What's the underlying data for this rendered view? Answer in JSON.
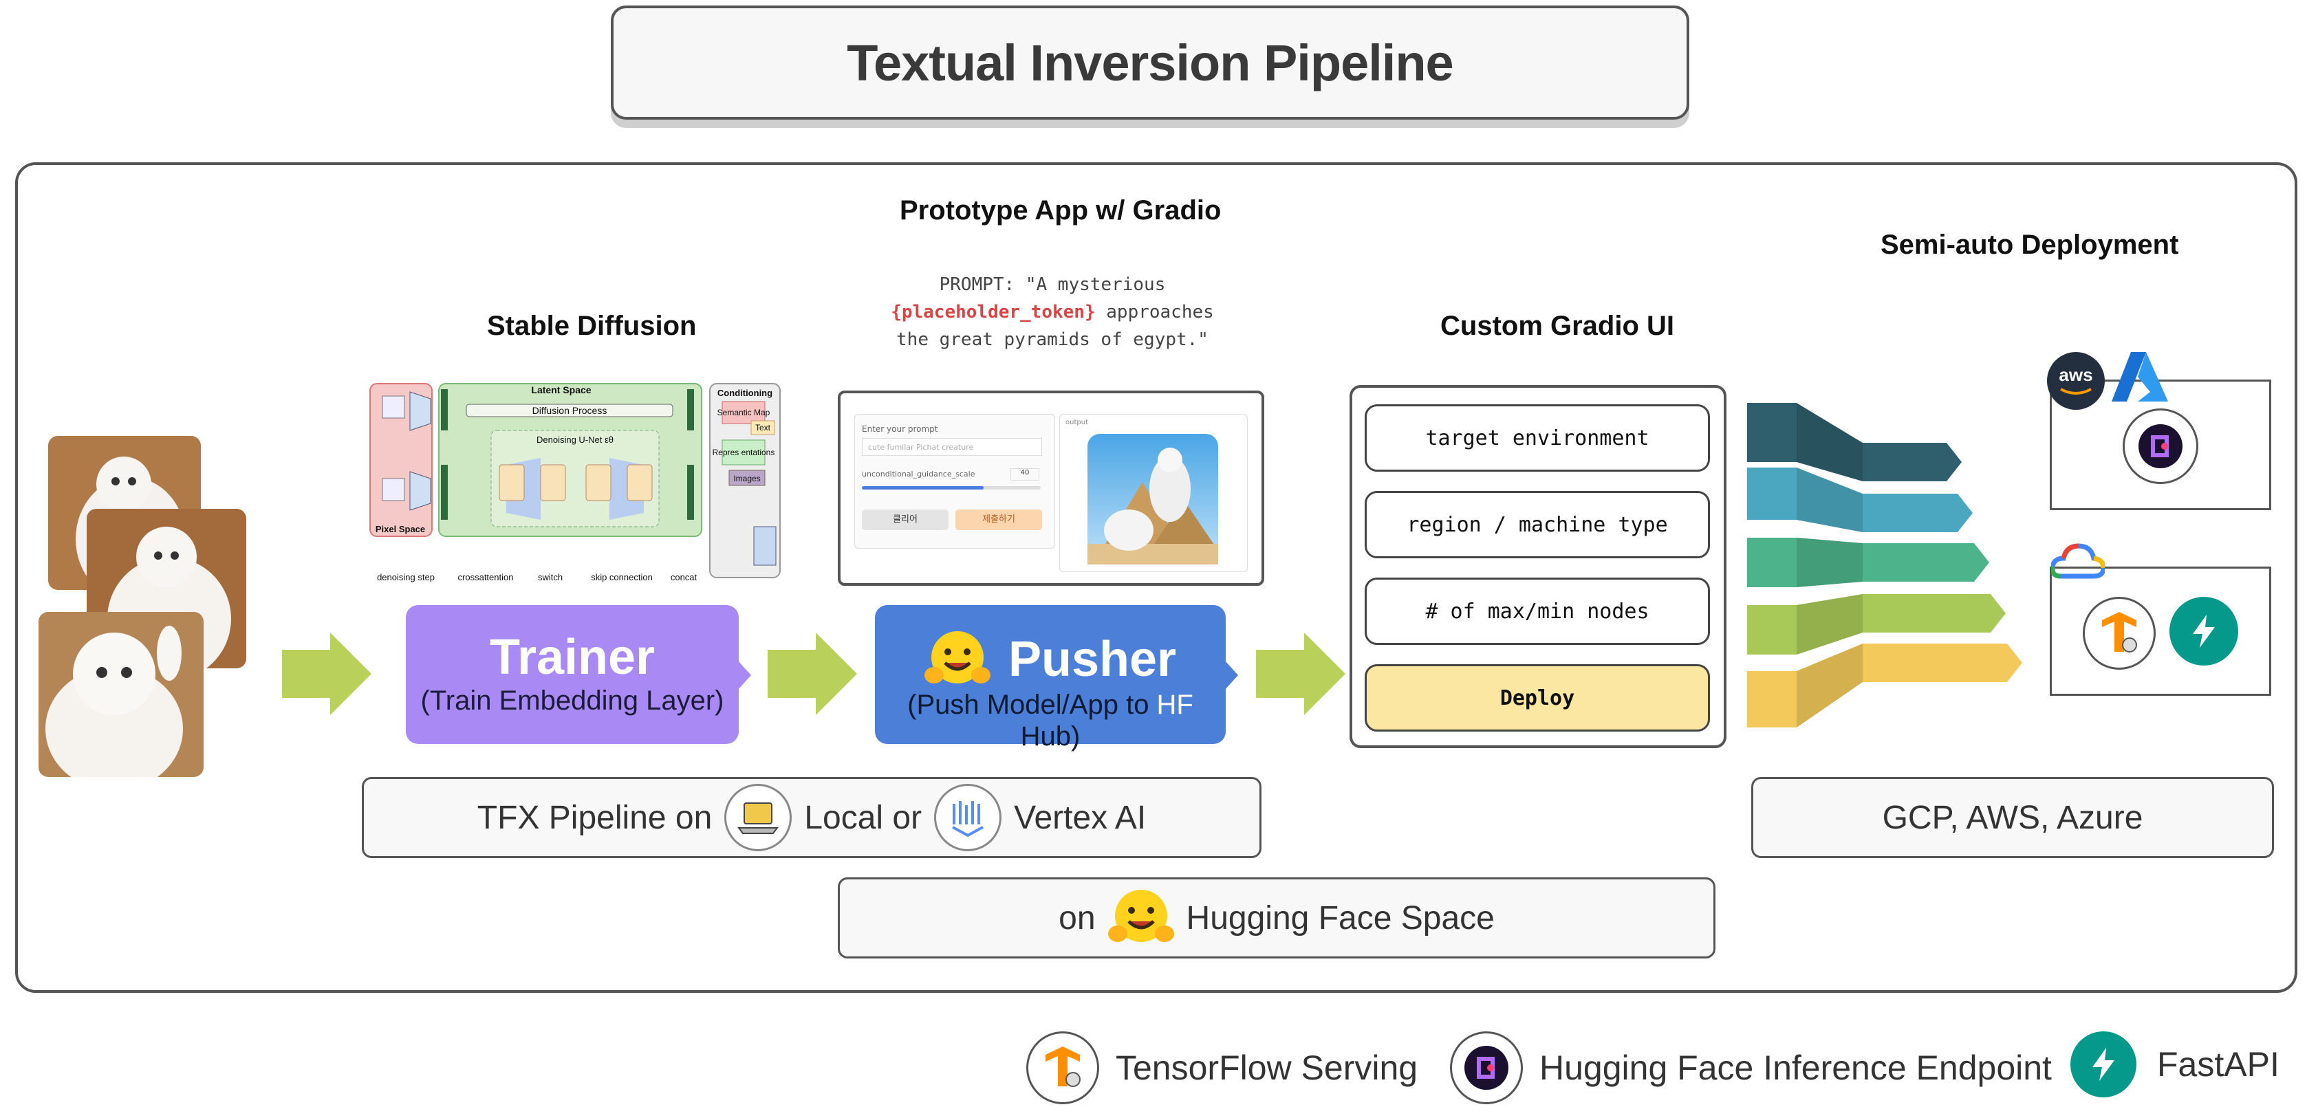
{
  "title": "Textual Inversion Pipeline",
  "headings": {
    "prototype": "Prototype App w/ Gradio",
    "stable_diffusion": "Stable Diffusion",
    "custom_ui": "Custom Gradio UI",
    "semi_auto": "Semi-auto Deployment"
  },
  "prompt": {
    "line1": "PROMPT: \"A mysterious",
    "token": "{placeholder_token}",
    "line2_rest": " approaches",
    "line3": "the great pyramids of egypt.\""
  },
  "sd_diagram": {
    "latent_space": "Latent Space",
    "diffusion_process": "Diffusion Process",
    "denoising_unet": "Denoising U-Net εθ",
    "pixel_space": "Pixel Space",
    "conditioning": "Conditioning",
    "cond_items": [
      "Semantic Map",
      "Text",
      "Repres entations",
      "Images"
    ],
    "legend": [
      "denoising step",
      "crossattention",
      "switch",
      "skip connection",
      "concat"
    ]
  },
  "gradio_mock": {
    "label_prompt": "Enter your prompt",
    "placeholder": "cute fumilar Pichat creature",
    "label_scale": "unconditional_guidance_scale",
    "scale_value": "40",
    "clear_btn": "클리어",
    "submit_btn": "제출하기",
    "output_label": "output"
  },
  "stages": {
    "trainer": {
      "name": "Trainer",
      "desc": "(Train Embedding Layer)",
      "color": "#a98af5"
    },
    "pusher": {
      "name": "Pusher",
      "desc_pre": "(Push Model/App to ",
      "desc_hf": "HF",
      "desc_post": " Hub)",
      "color": "#4c7fd8"
    }
  },
  "tfx_pill": {
    "pre": "TFX Pipeline on",
    "mid": "Local or",
    "post": "Vertex AI"
  },
  "space_pill": {
    "pre": "on",
    "post": "Hugging Face Space"
  },
  "cloud_pill": "GCP, AWS, Azure",
  "custom_ui_options": [
    "target environment",
    "region / machine type",
    "# of max/min nodes",
    "Deploy"
  ],
  "cloud_icons": {
    "aws": "aws"
  },
  "legend": [
    {
      "icon": "tensorflow-serving-icon",
      "label": "TensorFlow Serving"
    },
    {
      "icon": "hf-inference-endpoint-icon",
      "label": "Hugging Face Inference Endpoint"
    },
    {
      "icon": "fastapi-icon",
      "label": "FastAPI"
    }
  ],
  "colors": {
    "arrow_green": "#b9d15a",
    "band_colors": [
      "#2f5e6d",
      "#4aa7bf",
      "#4db38a",
      "#a8c957",
      "#f2c95a"
    ],
    "deploy_bg": "#fbe7a2"
  }
}
